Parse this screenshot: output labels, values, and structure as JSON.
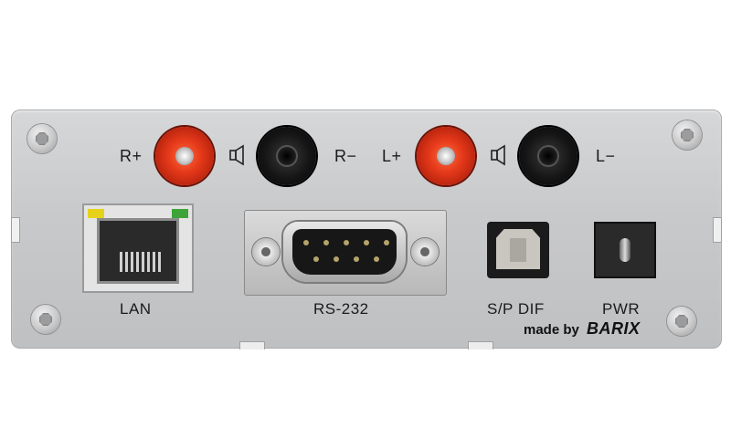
{
  "labels": {
    "r_plus": "R+",
    "r_minus": "R−",
    "l_plus": "L+",
    "l_minus": "L−",
    "lan": "LAN",
    "rs232": "RS-232",
    "spdif": "S/P DIF",
    "pwr": "PWR"
  },
  "brand": {
    "made_by": "made by",
    "name": "BARIX"
  },
  "colors": {
    "panel": "#c8c9cb",
    "red_post": "#e5391a",
    "black_post": "#151515",
    "led_yellow": "#e6d319",
    "led_green": "#3ea43a"
  },
  "icons": [
    "screw-icon",
    "speaker-icon",
    "binding-post-red",
    "binding-post-black"
  ]
}
